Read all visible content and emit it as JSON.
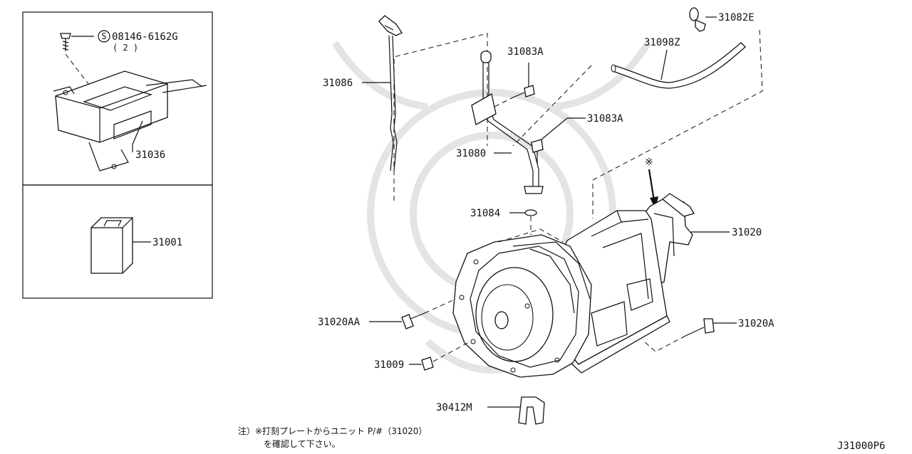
{
  "diagram_code": "J31000P6",
  "inset_screw": {
    "prefix": "S",
    "part_no": "08146-6162G",
    "qty": "( 2 )"
  },
  "callouts": {
    "p31036": "31036",
    "p31001": "31001",
    "p31086": "31086",
    "p31083a_top": "31083A",
    "p31083a_mid": "31083A",
    "p31098z": "31098Z",
    "p31082e": "31082E",
    "p31080": "31080",
    "p31084": "31084",
    "p31020": "31020",
    "p31020aa": "31020AA",
    "p31020a": "31020A",
    "p31009": "31009",
    "p30412m": "30412M"
  },
  "mark_symbol": "※",
  "note": {
    "line1": "注）※打刻プレートからユニット P/#（31020）",
    "line2": "を確認して下さい。"
  }
}
